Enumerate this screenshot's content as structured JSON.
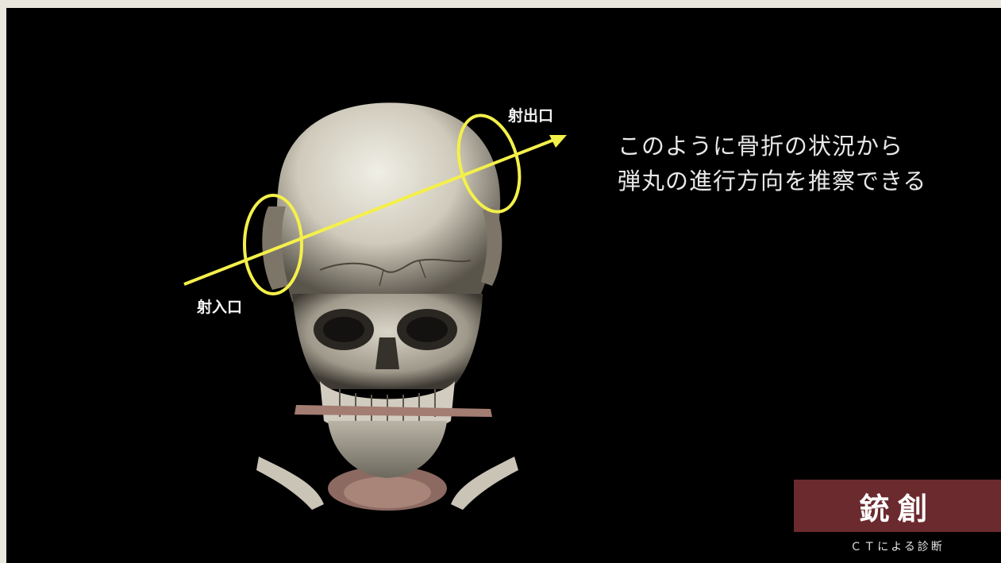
{
  "scene": {
    "image_subject": "3D CT reconstruction of a human skull with gunshot fracture",
    "entry_label": "射入口",
    "exit_label": "射出口",
    "trajectory_color": "#f4f04a",
    "highlight_color": "#f4f04a"
  },
  "caption": {
    "line1": "このように骨折の状況から",
    "line2": "弾丸の進行方向を推察できる"
  },
  "badge": {
    "title": "銃創",
    "subtitle": "ＣＴによる診断",
    "color": "#6b2a2d"
  }
}
